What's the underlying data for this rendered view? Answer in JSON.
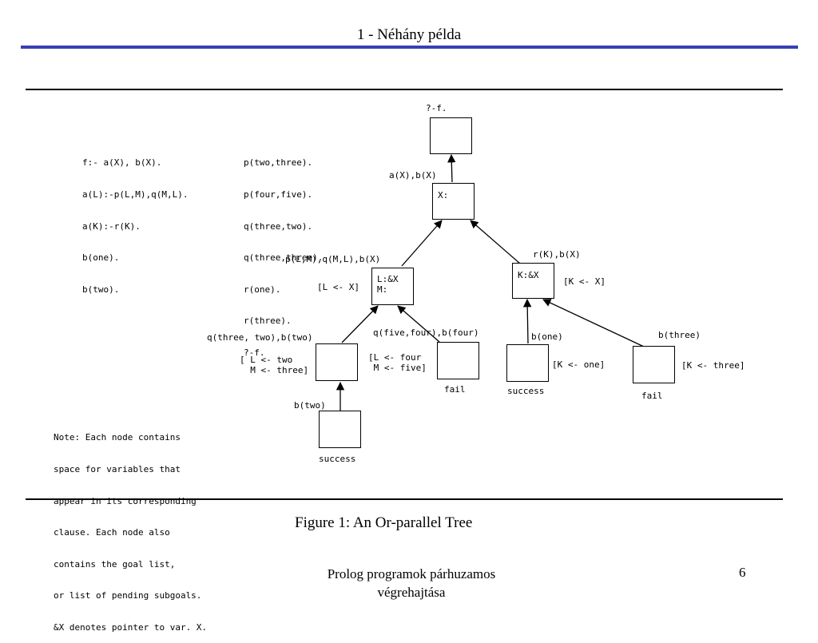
{
  "header": {
    "title": "1 - Néhány példa",
    "rule_color": "#3a3fb4"
  },
  "figure": {
    "program_left": [
      "f:- a(X), b(X).",
      "a(L):-p(L,M),q(M,L).",
      "a(K):-r(K).",
      "b(one).",
      "b(two)."
    ],
    "program_right": [
      "p(two,three).",
      "p(four,five).",
      "q(three,two).",
      "q(three,three).",
      "r(one).",
      "r(three).",
      "?-f."
    ],
    "note": [
      "Note: Each node contains",
      "space for variables that",
      "appear in its corresponding",
      "clause. Each node also",
      "contains the goal list,",
      "or list of pending subgoals.",
      "&X denotes pointer to var. X."
    ],
    "nodes": {
      "root": {
        "label": "?-f.",
        "content": ""
      },
      "x": {
        "content": "X:"
      },
      "lm": {
        "content": "L:&X\nM:"
      },
      "k": {
        "content": "K:&X"
      },
      "two_three": {
        "content": ""
      },
      "five_four": {
        "content": ""
      },
      "k_one": {
        "content": ""
      },
      "k_three": {
        "content": ""
      },
      "btwo": {
        "content": ""
      }
    },
    "labels": {
      "goal_root": "a(X),b(X)",
      "goal_lm": "p(L,M),q(M,L),b(X)",
      "goal_k": "r(K),b(X)",
      "bind_l_x": "[L <- X]",
      "bind_k_x": "[K <- X]",
      "goal_three_two": "q(three, two),b(two)",
      "goal_five_four": "q(five,four),b(four)",
      "goal_b_one": "b(one)",
      "goal_b_three": "b(three)",
      "bind_two_three": "[ L <- two\n  M <- three]",
      "bind_four_five": "[L <- four\n M <- five]",
      "bind_k_one": "[K <- one]",
      "bind_k_three": "[K <- three]",
      "goal_b_two": "b(two)",
      "fail_1": "fail",
      "fail_2": "fail",
      "success_1": "success",
      "success_2": "success"
    },
    "caption": "Figure 1: An Or-parallel Tree"
  },
  "footer": {
    "text_line1": "Prolog programok párhuzamos",
    "text_line2": "végrehajtása",
    "page_number": "6"
  }
}
